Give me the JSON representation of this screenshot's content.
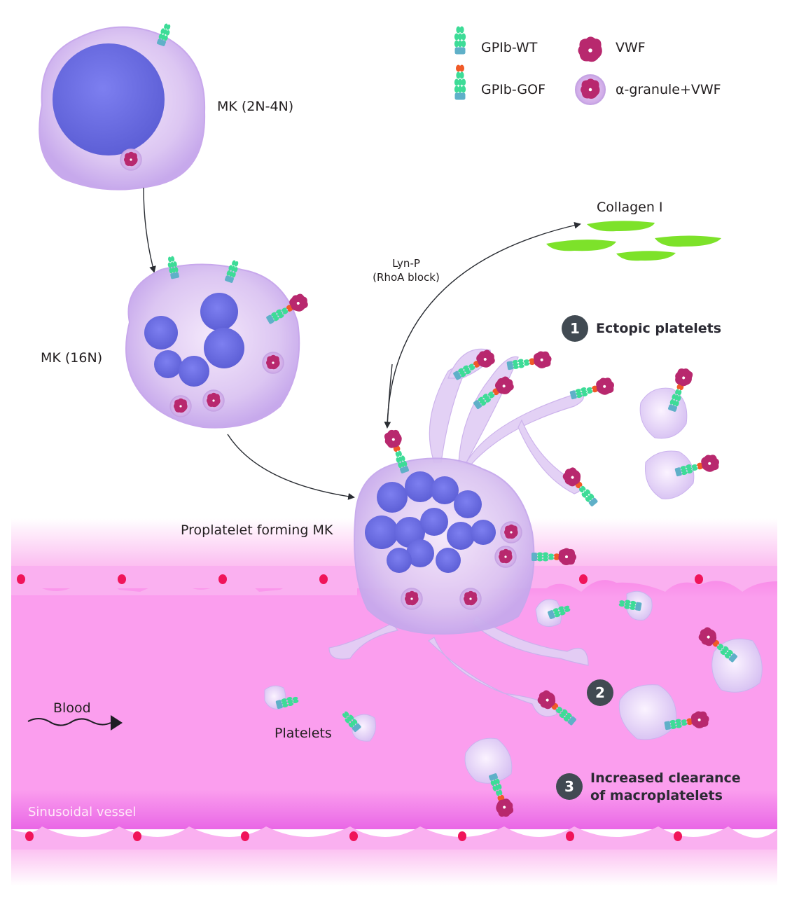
{
  "legend": {
    "items": [
      {
        "icon": "gpib-wt-icon",
        "label": "GPIb-WT"
      },
      {
        "icon": "gpib-gof-icon",
        "label": "GPIb-GOF"
      },
      {
        "icon": "vwf-icon",
        "label": "VWF"
      },
      {
        "icon": "alpha-granule-vwf-icon",
        "label": "α-granule+VWF"
      }
    ]
  },
  "labels": {
    "mk_early": "MK (2N-4N)",
    "mk_16n": "MK (16N)",
    "proplatelet_mk": "Proplatelet forming MK",
    "collagen": "Collagen I",
    "lyn_p": "Lyn-P",
    "rhoa_block": "(RhoA block)",
    "blood": "Blood",
    "platelets": "Platelets",
    "vessel": "Sinusoidal vessel"
  },
  "annotations": [
    {
      "number": "1",
      "text": "Ectopic platelets"
    },
    {
      "number": "2",
      "text": ""
    },
    {
      "number": "3",
      "line1": "Increased clearance",
      "line2": "of macroplatelets"
    }
  ],
  "colors": {
    "cell_fill": "#d9c2f0",
    "nucleus": "#6a6ae0",
    "gpib_green": "#3ddc97",
    "gof_red": "#f05a28",
    "vwf_magenta": "#b8286e",
    "collagen_green": "#7de22a",
    "vessel_pink": "#f98ee8",
    "endothelial_nucleus": "#f0145a",
    "badge_dark": "#414a52"
  }
}
